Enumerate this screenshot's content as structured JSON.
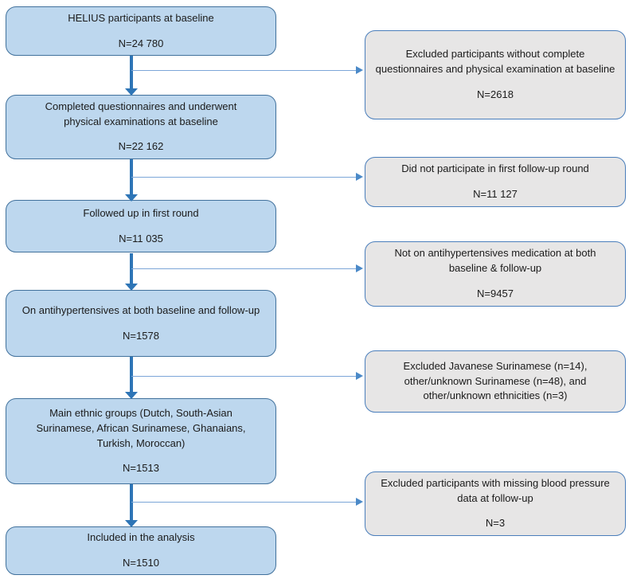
{
  "flow": {
    "main": [
      {
        "label": "HELIUS participants at baseline",
        "n": "N=24 780"
      },
      {
        "label": "Completed questionnaires and underwent physical examinations at baseline",
        "n": "N=22 162"
      },
      {
        "label": "Followed up in first round",
        "n": "N=11 035"
      },
      {
        "label": "On antihypertensives at both baseline and follow-up",
        "n": "N=1578"
      },
      {
        "label": "Main ethnic groups (Dutch, South-Asian Surinamese, African Surinamese, Ghanaians, Turkish, Moroccan)",
        "n": "N=1513"
      },
      {
        "label": "Included in the analysis",
        "n": "N=1510"
      }
    ],
    "excluded": [
      {
        "label": "Excluded participants without complete questionnaires and physical examination at baseline",
        "n": "N=2618"
      },
      {
        "label": "Did not participate in first follow-up round",
        "n": "N=11 127"
      },
      {
        "label": "Not on antihypertensives medication at both baseline & follow-up",
        "n": "N=9457"
      },
      {
        "label": "Excluded Javanese Surinamese (n=14), other/unknown Surinamese (n=48), and other/unknown ethnicities (n=3)"
      },
      {
        "label": "Excluded participants with missing blood pressure data at follow-up",
        "n": "N=3"
      }
    ],
    "colors": {
      "main_box_fill": "#BDD7EE",
      "main_box_border": "#41719C",
      "excluded_box_fill": "#E7E6E6",
      "excluded_box_border": "#4A7EBB",
      "arrow": "#2E75B6",
      "connector": "#7CA6D8",
      "connector_head": "#4A89C8"
    }
  }
}
